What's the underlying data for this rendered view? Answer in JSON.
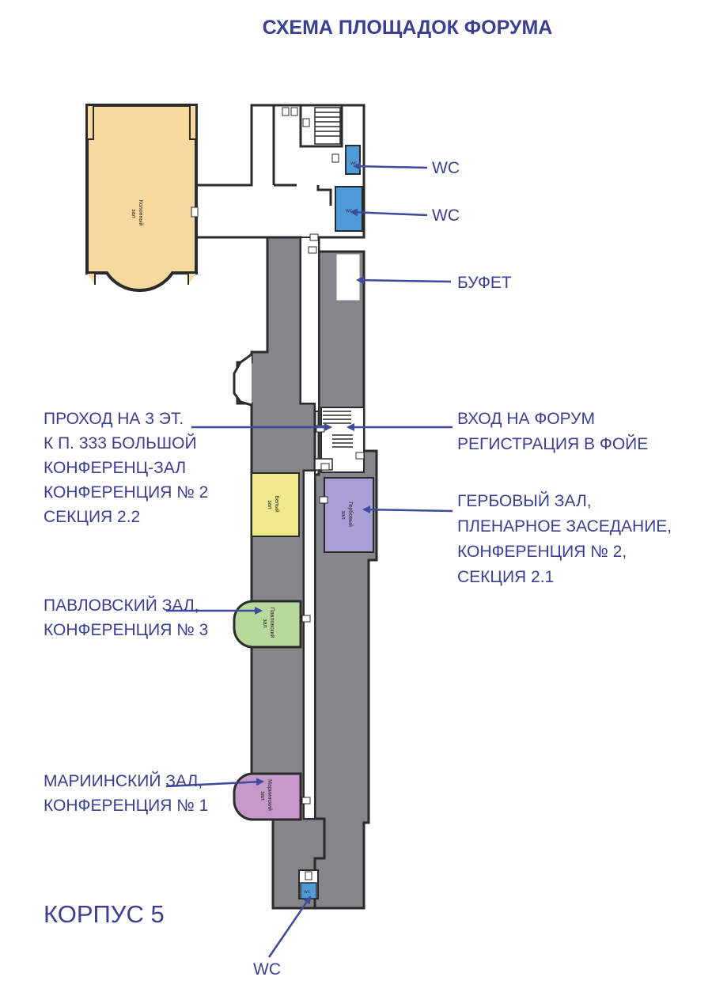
{
  "title": "СХЕМА ПЛОЩАДОК ФОРУМА",
  "building": "КОРПУС 5",
  "colors": {
    "label": "#3a3f8f",
    "arrow": "#3e4a9b",
    "corridor": "#85868b",
    "wall": "#2b2b2b",
    "wc": "#4f9bd8",
    "kolonny": "#f7d9a0",
    "bely": "#eee98a",
    "gerbovy": "#ab9ed6",
    "pavlovsky": "#b8d99c",
    "mariinsky": "#c697c9"
  },
  "rooms": {
    "kolonny": [
      "Колонный",
      "зал"
    ],
    "bely": [
      "Белый",
      "зал"
    ],
    "gerbovy": [
      "Гербовый",
      "зал"
    ],
    "pavlovsky": [
      "Павловский",
      "зал"
    ],
    "mariinsky": [
      "Мариинский",
      "зал"
    ]
  },
  "callouts": {
    "wc_top": "WC",
    "wc_second": "WC",
    "wc_bottom": "WC",
    "bufet": "БУФЕТ",
    "entrance": [
      "ВХОД НА ФОРУМ",
      "РЕГИСТРАЦИЯ В ФОЙЕ"
    ],
    "passage": [
      "ПРОХОД НА 3 ЭТ.",
      "К  П. 333 БОЛЬШОЙ",
      "КОНФЕРЕНЦ-ЗАЛ",
      "КОНФЕРЕНЦИЯ № 2",
      "СЕКЦИЯ 2.2"
    ],
    "gerbovy": [
      "ГЕРБОВЫЙ ЗАЛ,",
      "ПЛЕНАРНОЕ ЗАСЕДАНИЕ,",
      "КОНФЕРЕНЦИЯ № 2,",
      "СЕКЦИЯ 2.1"
    ],
    "pavlovsky": [
      "ПАВЛОВСКИЙ ЗАЛ,",
      "КОНФЕРЕНЦИЯ № 3"
    ],
    "mariinsky": [
      "МАРИИНСКИЙ ЗАЛ,",
      "КОНФЕРЕНЦИЯ № 1"
    ]
  }
}
